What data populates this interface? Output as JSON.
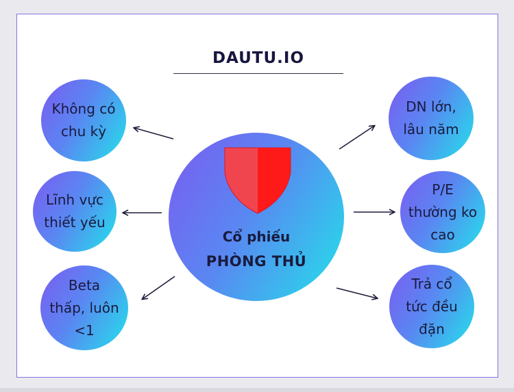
{
  "brand": "DAUTU.IO",
  "center": {
    "line1": "Cổ phiếu",
    "line2": "PHÒNG THỦ"
  },
  "nodes": {
    "left_top": [
      "Không có",
      "chu kỳ"
    ],
    "left_mid": [
      "Lĩnh vực",
      "thiết yếu"
    ],
    "left_bottom": [
      "Beta",
      "thấp, luôn",
      "<1"
    ],
    "right_top": [
      "DN lớn,",
      "lâu năm"
    ],
    "right_mid": [
      "P/E",
      "thường ko",
      "cao"
    ],
    "right_bottom": [
      "Trả cổ",
      "tức đều",
      "đặn"
    ]
  },
  "colors": {
    "border": "#8a6fe0",
    "gradient_start": "#7b5cf0",
    "gradient_end": "#22e2ea",
    "shield_light": "#f0444e",
    "shield_dark": "#ff1a1a",
    "text": "#1a1a3e"
  }
}
